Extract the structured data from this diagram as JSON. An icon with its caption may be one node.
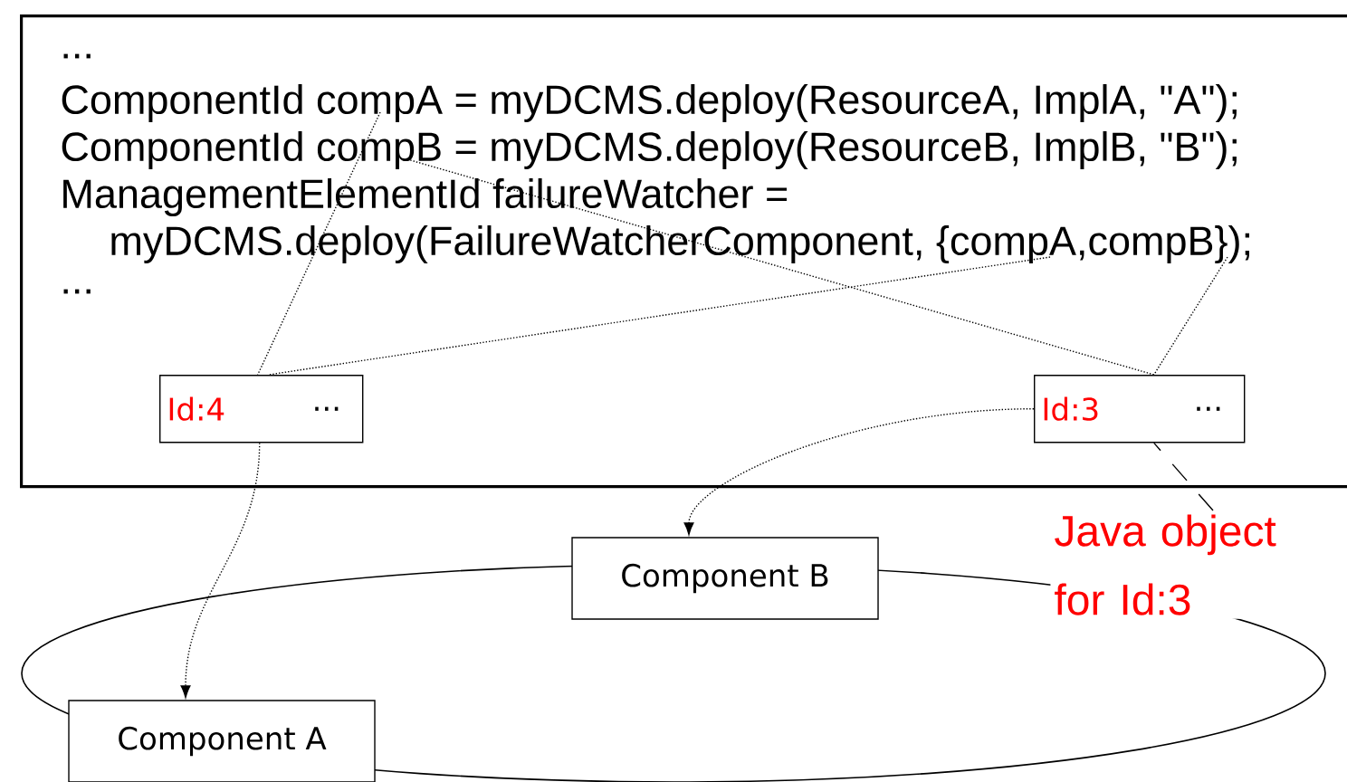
{
  "diagram": {
    "nodes": [
      {
        "text": [
          "...",
          "ComponentId compA = myDCMS.deploy(ResourceA, ImplA, \"A\");",
          "ComponentId compB = myDCMS.deploy(ResourceB, ImplB, \"B\");",
          "ManagementElementId failureWatcher =",
          "myDCMS.deploy(FailureWatcherComponent, {compA,compB});",
          "..."
        ]
      },
      {
        "text": [
          "Id:4",
          "..."
        ],
        "in": 0
      },
      {
        "text": [
          "Id:3",
          "..."
        ],
        "in": 0
      },
      {
        "text": [
          "Component B"
        ]
      },
      {
        "text": [
          "Component A"
        ]
      },
      {
        "text": [
          "Java object for Id:3"
        ]
      }
    ],
    "edges": [
      {
        "from": null,
        "to": 1,
        "arrow": "none"
      },
      {
        "from": null,
        "to": 1,
        "arrow": "none"
      },
      {
        "from": null,
        "to": 2,
        "arrow": "none"
      },
      {
        "from": null,
        "to": 2,
        "arrow": "none"
      },
      {
        "from": 1,
        "to": 4,
        "arrow": "to"
      },
      {
        "from": 2,
        "to": 3,
        "arrow": "to"
      },
      {
        "from": 5,
        "to": 2,
        "arrow": "none",
        "style": "dashed"
      }
    ]
  }
}
